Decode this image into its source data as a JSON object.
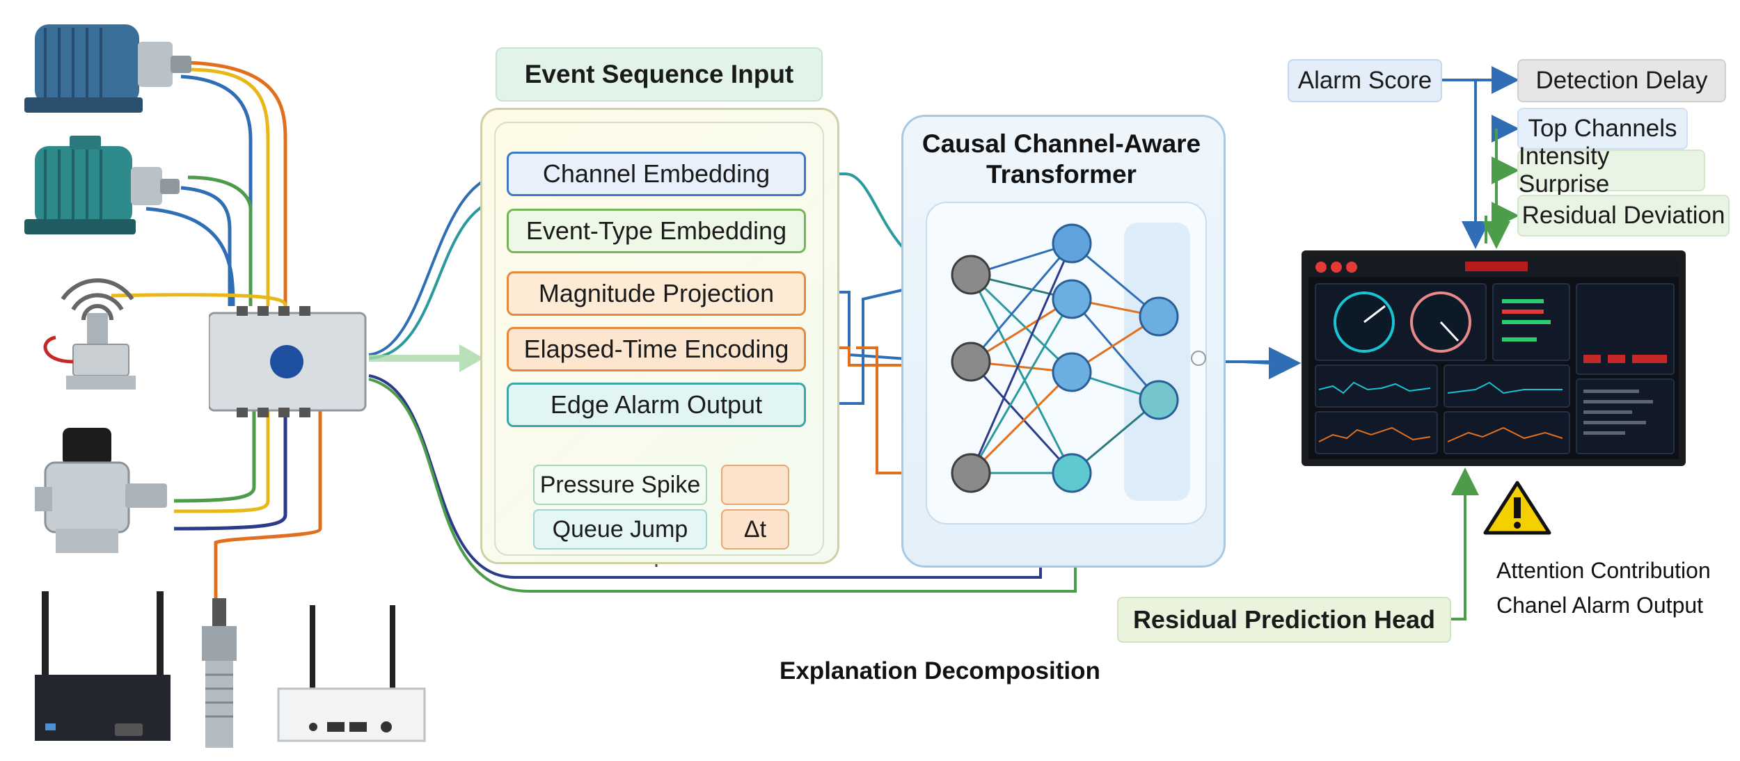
{
  "header": {
    "event_sequence_input": "Event Sequence Input"
  },
  "embeddings": {
    "channel": "Channel Embedding",
    "event_type": "Event-Type Embedding",
    "magnitude": "Magnitude Projection",
    "elapsed_time": "Elapsed-Time Encoding",
    "edge_alarm": "Edge Alarm Output"
  },
  "events": {
    "pressure_spike": "Pressure Spike",
    "queue_jump": "Queue Jump",
    "delta_t": "Δt"
  },
  "transformer": {
    "title_line1": "Causal Channel-Aware",
    "title_line2": "Transformer"
  },
  "outputs": {
    "alarm_score": "Alarm Score",
    "detection_delay": "Detection Delay",
    "top_channels": "Top Channels",
    "intensity_surprise": "Intensity Surprise",
    "residual_deviation": "Residual Deviation"
  },
  "residual_head": "Residual Prediction Head",
  "explanation": "Explanation Decomposition",
  "attention": {
    "line1": "Attention Contribution",
    "line2": "Chanel Alarm Output"
  },
  "colors": {
    "blue": "#2f6eb5",
    "green": "#4c9c4a",
    "orange": "#e0701e",
    "yellow": "#e8b81a",
    "teal": "#2a9a9e",
    "navy": "#2b3a8a"
  },
  "icons": [
    "motor-icon",
    "motor-teal-icon",
    "wireless-sensor-icon",
    "pressure-sensor-icon",
    "junction-box-icon",
    "router-icon",
    "probe-sensor-icon",
    "gateway-icon",
    "dashboard-monitor-icon",
    "warning-icon"
  ]
}
